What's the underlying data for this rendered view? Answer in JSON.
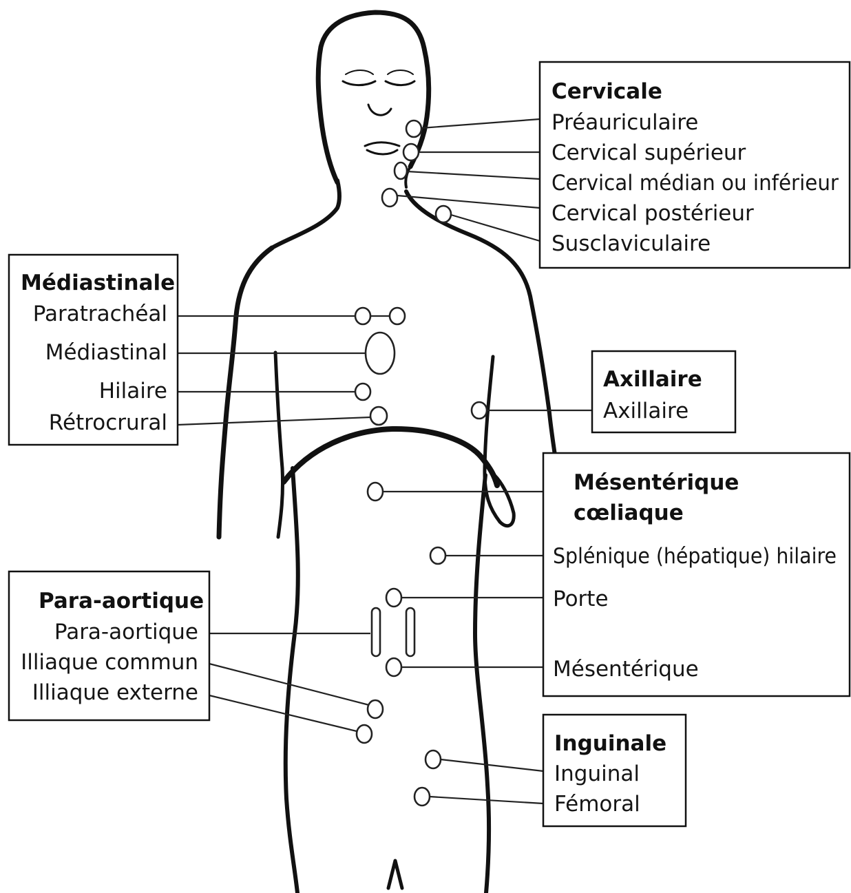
{
  "diagram": {
    "groups": {
      "cervicale": {
        "title": "Cervicale",
        "items": [
          "Préauriculaire",
          "Cervical supérieur",
          "Cervical médian ou inférieur",
          "Cervical postérieur",
          "Susclaviculaire"
        ]
      },
      "mediastinale": {
        "title": "Médiastinale",
        "items": [
          "Paratrachéal",
          "Médiastinal",
          "Hilaire",
          "Rétrocrural"
        ]
      },
      "axillaire": {
        "title": "Axillaire",
        "items": [
          "Axillaire"
        ]
      },
      "mesenterique": {
        "title_line1": "Mésentérique",
        "title_line2": "cœliaque",
        "items": [
          "Splénique (hépatique) hilaire",
          "Porte",
          "Mésentérique"
        ]
      },
      "paraaortique": {
        "title": "Para-aortique",
        "items": [
          "Para-aortique",
          "Illiaque commun",
          "Illiaque externe"
        ]
      },
      "inguinale": {
        "title": "Inguinale",
        "items": [
          "Inguinal",
          "Fémoral"
        ]
      }
    }
  }
}
